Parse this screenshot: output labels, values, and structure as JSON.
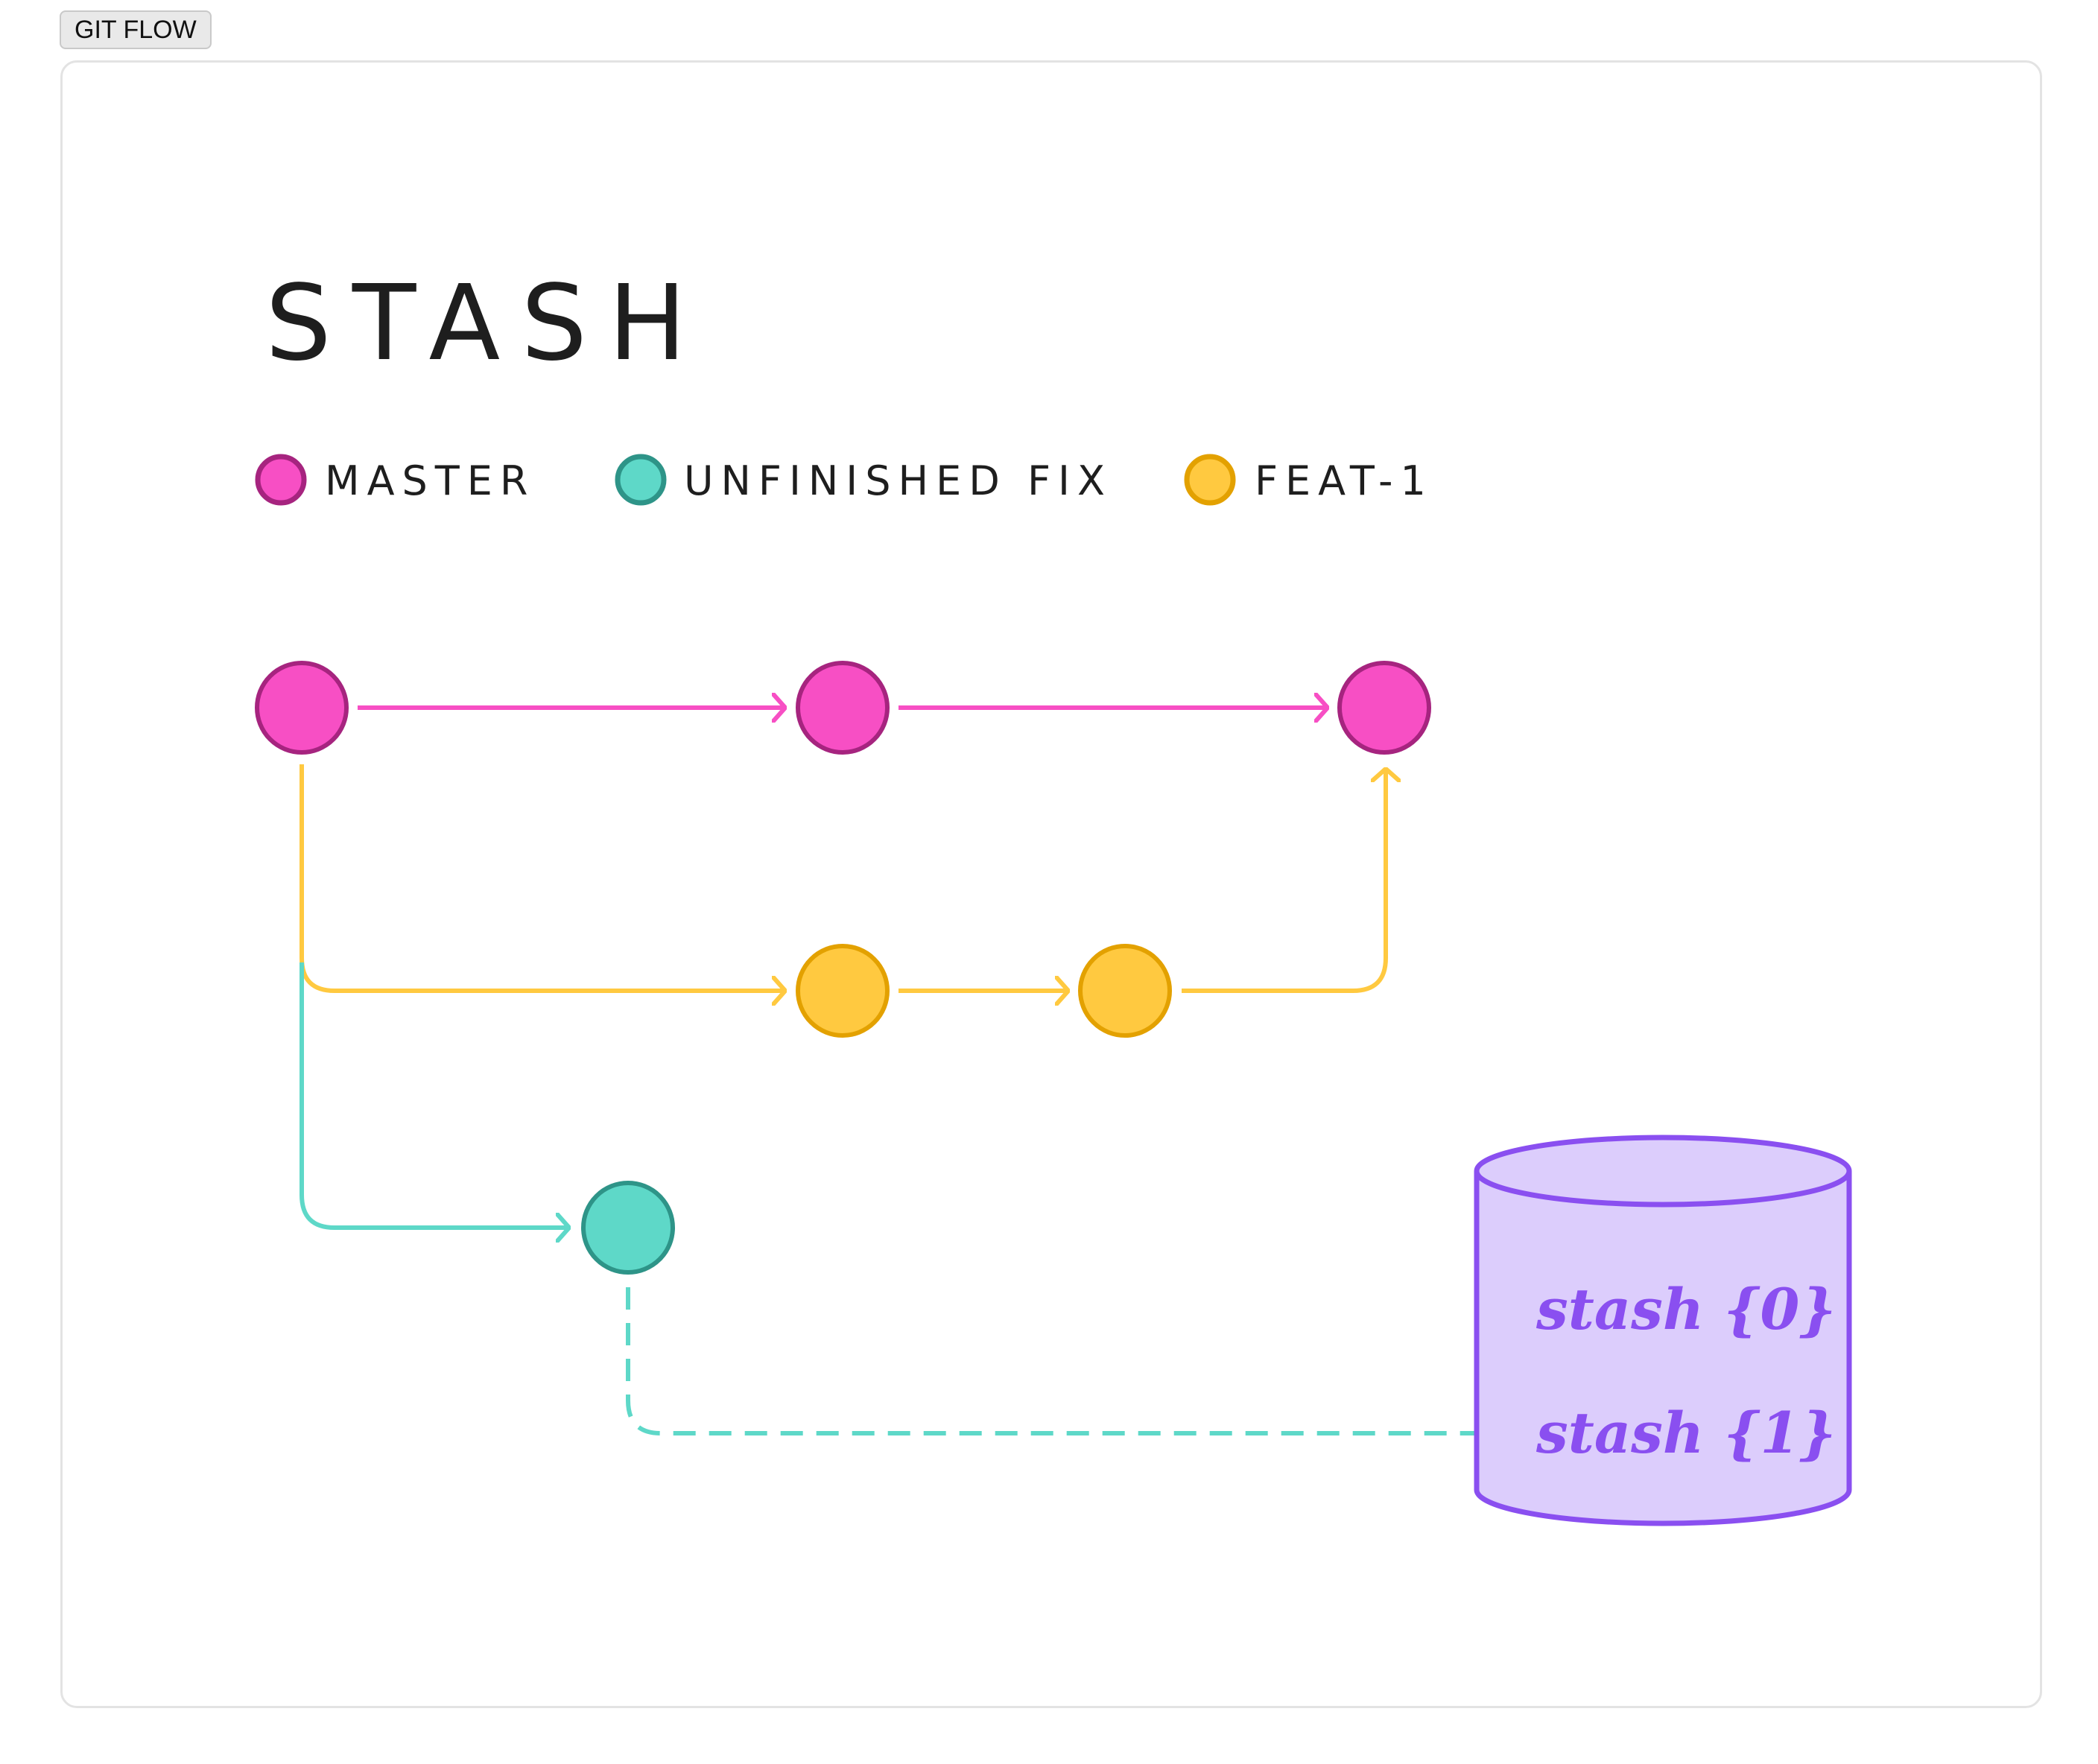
{
  "tag_label": "GIT FLOW",
  "diagram": {
    "title": "STASH",
    "legend": [
      {
        "label": "MASTER",
        "color": "#f74fc4",
        "stroke": "#a6247f"
      },
      {
        "label": "UNFINISHED FIX",
        "color": "#5ed8c8",
        "stroke": "#2e9488"
      },
      {
        "label": "FEAT-1",
        "color": "#ffc940",
        "stroke": "#e3a100"
      }
    ],
    "branches": {
      "master": {
        "commits": 3,
        "color": "#f74fc4"
      },
      "feat_1": {
        "commits": 2,
        "color": "#ffc940"
      },
      "unfinished_fix": {
        "commits": 1,
        "color": "#5ed8c8"
      }
    },
    "stash_store": {
      "fill": "#dccdfc",
      "stroke": "#8a4ff0",
      "entries": [
        "stash {0}",
        "stash {1}"
      ]
    }
  }
}
